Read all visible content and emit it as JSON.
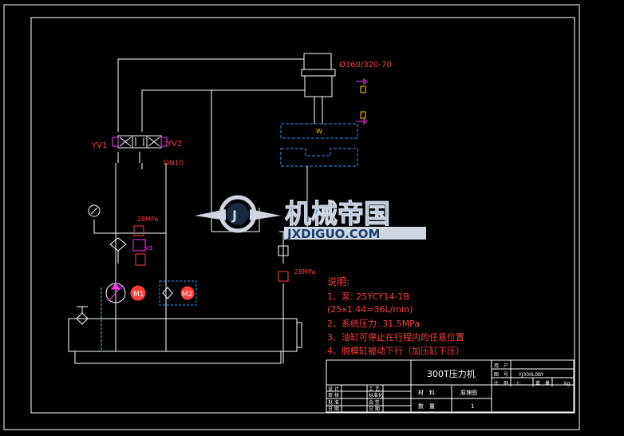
{
  "cylinder": {
    "label": "Ø360/320-70"
  },
  "valve": {
    "left_label": "YV1",
    "right_label": "YV2",
    "line_label": "DN10",
    "block_label": "W"
  },
  "relief": {
    "pressure1": "28MPa",
    "pressure2": "28MPa",
    "valve_tag": "V3"
  },
  "motors": {
    "m1": "M1",
    "m2": "M2"
  },
  "watermark": {
    "cn": "机械帝国",
    "en": "JXDIGUO.COM"
  },
  "notes": {
    "title": "说明:",
    "items": [
      "1、泵: 25YCY14-1B",
      "(25x1.44=36L/min)",
      "2、系统压力: 31.5MPa",
      "3、油缸可停止在行程内的任意位置",
      "4、脱模缸被动下行（加压缸下压）"
    ]
  },
  "title_block": {
    "drawing_name": "300T压力机",
    "material_label": "材　料",
    "material_value": "原理图",
    "quantity_label": "数　量",
    "quantity_value": "1",
    "right_labels": [
      "用　户",
      "图　号",
      "比　例"
    ],
    "drawing_no": "YJ300L0BY",
    "scale": "1:",
    "weight_label": "重　量",
    "weight_value": "kg",
    "left_labels": [
      "设 计",
      "审 核",
      "批 准",
      "日 期"
    ],
    "mid_labels": [
      "工 艺",
      "标准化",
      "会 签",
      "日 期"
    ]
  },
  "colors": {
    "line": "#ffffff",
    "red": "#ff3c3c",
    "magenta": "#ff33ff",
    "green": "#33ff66",
    "frame": "#ffffff"
  }
}
